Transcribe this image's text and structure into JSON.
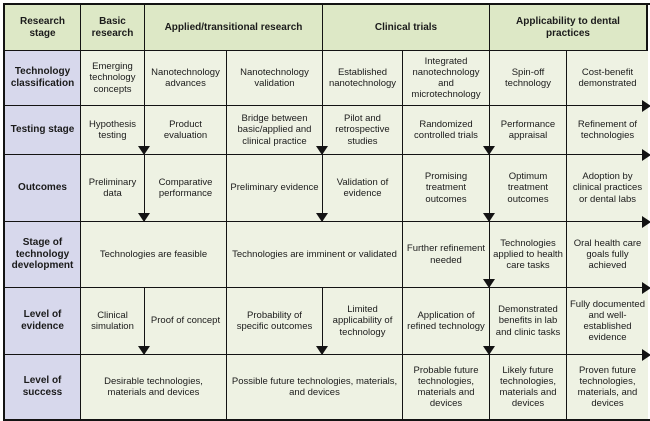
{
  "figure": {
    "corner_header": "Research stage",
    "column_groups": [
      {
        "label": "Basic research",
        "span": 1
      },
      {
        "label": "Applied/transitional research",
        "span": 2
      },
      {
        "label": "Clinical trials",
        "span": 2
      },
      {
        "label": "Applicability to dental practices",
        "span": 2
      }
    ],
    "rows": [
      {
        "header": "Technology classification",
        "cells": [
          {
            "text": "Emerging technology concepts",
            "span": 1
          },
          {
            "text": "Nanotechnology advances",
            "span": 1
          },
          {
            "text": "Nanotechnology validation",
            "span": 1
          },
          {
            "text": "Established nanotechnology",
            "span": 1
          },
          {
            "text": "Integrated nanotechnology and microtechnology",
            "span": 1
          },
          {
            "text": "Spin-off technology",
            "span": 1
          },
          {
            "text": "Cost-benefit demonstrated",
            "span": 1
          }
        ]
      },
      {
        "header": "Testing stage",
        "cells": [
          {
            "text": "Hypothesis testing",
            "span": 1
          },
          {
            "text": "Product evaluation",
            "span": 1
          },
          {
            "text": "Bridge between basic/applied and clinical practice",
            "span": 1
          },
          {
            "text": "Pilot and retrospective studies",
            "span": 1
          },
          {
            "text": "Randomized controlled trials",
            "span": 1
          },
          {
            "text": "Performance appraisal",
            "span": 1
          },
          {
            "text": "Refinement of technologies",
            "span": 1
          }
        ]
      },
      {
        "header": "Outcomes",
        "cells": [
          {
            "text": "Preliminary data",
            "span": 1
          },
          {
            "text": "Comparative performance",
            "span": 1
          },
          {
            "text": "Preliminary evidence",
            "span": 1
          },
          {
            "text": "Validation of evidence",
            "span": 1
          },
          {
            "text": "Promising treatment outcomes",
            "span": 1
          },
          {
            "text": "Optimum treatment outcomes",
            "span": 1
          },
          {
            "text": "Adoption by clinical practices or dental labs",
            "span": 1
          }
        ]
      },
      {
        "header": "Stage of technology development",
        "cells": [
          {
            "text": "Technologies are feasible",
            "span": 2
          },
          {
            "text": "Technologies are imminent or validated",
            "span": 2
          },
          {
            "text": "Further refinement needed",
            "span": 1
          },
          {
            "text": "Technologies applied to health care tasks",
            "span": 1
          },
          {
            "text": "Oral health care goals fully achieved",
            "span": 1
          }
        ]
      },
      {
        "header": "Level of evidence",
        "cells": [
          {
            "text": "Clinical simulation",
            "span": 1
          },
          {
            "text": "Proof of concept",
            "span": 1
          },
          {
            "text": "Probability of specific outcomes",
            "span": 1
          },
          {
            "text": "Limited applicability of technology",
            "span": 1
          },
          {
            "text": "Application of refined technology",
            "span": 1
          },
          {
            "text": "Demonstrated benefits in lab and clinic tasks",
            "span": 1
          },
          {
            "text": "Fully documented and well-established evidence",
            "span": 1
          }
        ]
      },
      {
        "header": "Level of success",
        "cells": [
          {
            "text": "Desirable technologies, materials and devices",
            "span": 2
          },
          {
            "text": "Possible future technologies, materials, and devices",
            "span": 2
          },
          {
            "text": "Probable future technologies, materials and devices",
            "span": 1
          },
          {
            "text": "Likely future technologies, materials and devices",
            "span": 1
          },
          {
            "text": "Proven future technologies, materials, and devices",
            "span": 1
          }
        ]
      }
    ],
    "flow_arrows": {
      "right_after_rows": [
        "Technology classification",
        "Testing stage",
        "Outcomes",
        "Stage of technology development",
        "Level of evidence"
      ],
      "down_at_borders": [
        {
          "border": "basic-research|applied-research",
          "after_rows": [
            "Testing stage",
            "Outcomes",
            "Level of evidence"
          ]
        },
        {
          "border": "applied-research|clinical-trials",
          "after_rows": [
            "Testing stage",
            "Outcomes",
            "Level of evidence"
          ]
        },
        {
          "border": "clinical-trials|applicability",
          "after_rows": [
            "Testing stage",
            "Outcomes",
            "Stage of technology development",
            "Level of evidence"
          ]
        }
      ]
    },
    "colors": {
      "group_header_bg": "#dde8c6",
      "row_header_bg": "#d7d8ec",
      "cell_bg": "#eef2e3",
      "border": "#131313",
      "page_bg": "#ffffff"
    }
  }
}
